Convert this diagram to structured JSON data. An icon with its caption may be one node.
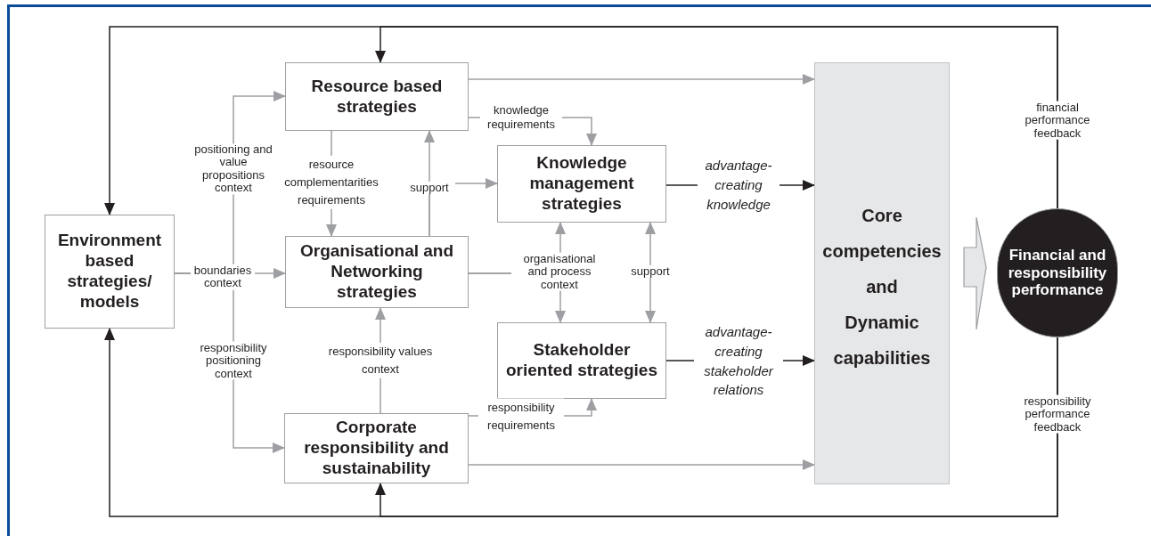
{
  "diagram": {
    "nodes": [
      {
        "text": [
          "Environment based strategies/ models"
        ]
      },
      {
        "text": [
          "Resource based strategies"
        ]
      },
      {
        "text": [
          "Organisational and Networking strategies"
        ]
      },
      {
        "text": [
          "Knowledge management strategies"
        ]
      },
      {
        "text": [
          "Stakeholder oriented strategies"
        ]
      },
      {
        "text": [
          "Corporate responsibility and sustainability"
        ]
      },
      {
        "text": [
          "Core competencies and Dynamic capabilities"
        ]
      },
      {
        "text": [
          "Financial and responsibility performance"
        ]
      }
    ],
    "edges": [
      {
        "from": 7,
        "to": 0,
        "arrow": "to",
        "label": "financial performance feedback",
        "color": "#231f20"
      },
      {
        "from": 7,
        "to": 1,
        "arrow": "to",
        "color": "#231f20"
      },
      {
        "from": 7,
        "to": 0,
        "arrow": "to",
        "label": "responsibility performance feedback",
        "color": "#231f20"
      },
      {
        "from": 7,
        "to": 5,
        "arrow": "to",
        "color": "#231f20"
      },
      {
        "from": 0,
        "to": 1,
        "arrow": "to",
        "label": "positioning and value propositions context"
      },
      {
        "from": 0,
        "to": 2,
        "arrow": "to",
        "label": "boundaries context"
      },
      {
        "from": 0,
        "to": 5,
        "arrow": "to",
        "label": "responsibility positioning context"
      },
      {
        "from": 1,
        "to": 2,
        "arrow": "to",
        "label": "resource complementarities requirements"
      },
      {
        "from": 2,
        "to": 1,
        "arrow": "to",
        "label": "support"
      },
      {
        "from": 2,
        "to": 3,
        "arrow": "to"
      },
      {
        "from": 1,
        "to": 3,
        "arrow": "to",
        "label": "knowledge requirements"
      },
      {
        "from": 2,
        "to": 3,
        "arrow": "to",
        "label": "organisational and process context"
      },
      {
        "from": 2,
        "to": 4,
        "arrow": "to"
      },
      {
        "from": 4,
        "to": 3,
        "arrow": "both",
        "label": "support"
      },
      {
        "from": 5,
        "to": 4,
        "arrow": "to",
        "label": "responsibility requirements"
      },
      {
        "from": 5,
        "to": 2,
        "arrow": "to",
        "label": "responsibility values context"
      },
      {
        "from": 1,
        "to": 6,
        "arrow": "to"
      },
      {
        "from": 5,
        "to": 6,
        "arrow": "to"
      },
      {
        "from": 3,
        "to": 6,
        "arrow": "to",
        "label": "advantage-creating knowledge",
        "color": "#231f20"
      },
      {
        "from": 4,
        "to": 6,
        "arrow": "to",
        "label": "advantage-creating stakeholder relations",
        "color": "#231f20"
      },
      {
        "from": 6,
        "to": 7,
        "arrow": "to",
        "style": "thick"
      }
    ]
  }
}
